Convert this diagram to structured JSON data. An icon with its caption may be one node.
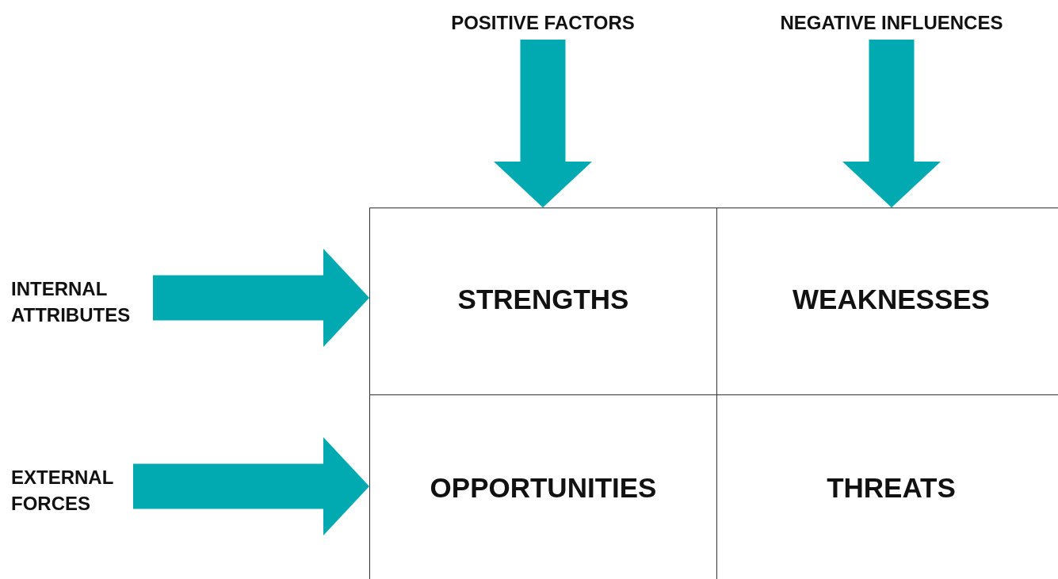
{
  "diagram": {
    "nodes": [
      {
        "text": [
          "POSITIVE FACTORS"
        ]
      },
      {
        "text": [
          "NEGATIVE INFLUENCES"
        ]
      },
      {
        "text": [
          "INTERNAL ATTRIBUTES"
        ]
      },
      {
        "text": [
          "EXTERNAL FORCES"
        ]
      },
      {
        "text": [
          "STRENGTHS"
        ]
      },
      {
        "text": [
          "WEAKNESSES"
        ]
      },
      {
        "text": [
          "OPPORTUNITIES"
        ]
      },
      {
        "text": [
          "THREATS"
        ]
      }
    ],
    "edges": [
      {
        "from": 0,
        "to": 4,
        "arrow": "to"
      },
      {
        "from": 1,
        "to": 5,
        "arrow": "to"
      },
      {
        "from": 2,
        "to": 4,
        "arrow": "to"
      },
      {
        "from": 3,
        "to": 6,
        "arrow": "to"
      }
    ]
  }
}
